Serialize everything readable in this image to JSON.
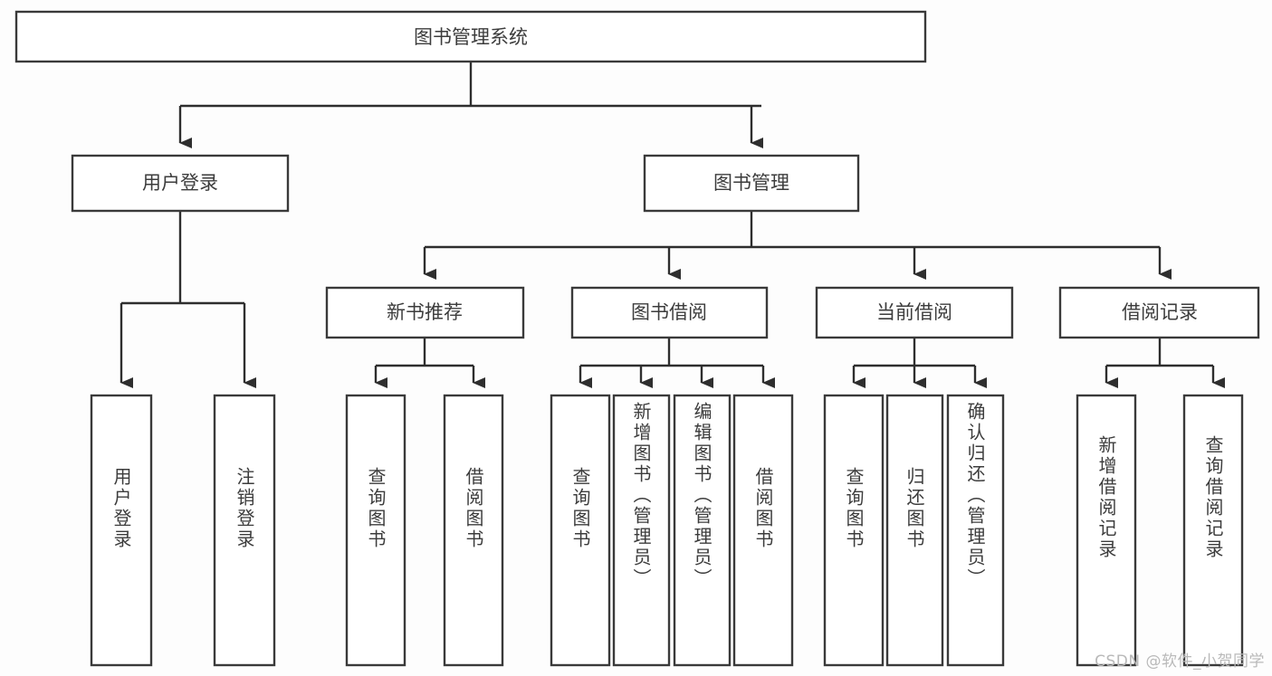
{
  "diagram": {
    "title": "图书管理系统",
    "type": "hierarchy-tree",
    "orientation": "top-down",
    "levels": 4,
    "root": {
      "label": "图书管理系统"
    },
    "level2": [
      {
        "id": "user-login",
        "label": "用户登录"
      },
      {
        "id": "book-manage",
        "label": "图书管理"
      }
    ],
    "level3": [
      {
        "id": "new-book-recommend",
        "label": "新书推荐",
        "parent": "book-manage"
      },
      {
        "id": "book-borrow",
        "label": "图书借阅",
        "parent": "book-manage"
      },
      {
        "id": "current-borrow",
        "label": "当前借阅",
        "parent": "book-manage"
      },
      {
        "id": "borrow-record",
        "label": "借阅记录",
        "parent": "book-manage"
      }
    ],
    "leaves": [
      {
        "id": "leaf-user-login",
        "label": "用户登录",
        "parent": "user-login"
      },
      {
        "id": "leaf-logout",
        "label": "注销登录",
        "parent": "user-login"
      },
      {
        "id": "leaf-query-book-1",
        "label": "查询图书",
        "parent": "new-book-recommend"
      },
      {
        "id": "leaf-borrow-book-1",
        "label": "借阅图书",
        "parent": "new-book-recommend"
      },
      {
        "id": "leaf-query-book-2",
        "label": "查询图书",
        "parent": "book-borrow"
      },
      {
        "id": "leaf-add-book",
        "label": "新增图书（管理员）",
        "parent": "book-borrow"
      },
      {
        "id": "leaf-edit-book",
        "label": "编辑图书（管理员）",
        "parent": "book-borrow"
      },
      {
        "id": "leaf-borrow-book-2",
        "label": "借阅图书",
        "parent": "book-borrow"
      },
      {
        "id": "leaf-query-book-3",
        "label": "查询图书",
        "parent": "current-borrow"
      },
      {
        "id": "leaf-return-book",
        "label": "归还图书",
        "parent": "current-borrow"
      },
      {
        "id": "leaf-confirm-return",
        "label": "确认归还（管理员）",
        "parent": "current-borrow"
      },
      {
        "id": "leaf-add-record",
        "label": "新增借阅记录",
        "parent": "borrow-record"
      },
      {
        "id": "leaf-query-record",
        "label": "查询借阅记录",
        "parent": "borrow-record"
      }
    ]
  },
  "watermark": {
    "text": "CSDN @软件_小贺同学"
  },
  "colors": {
    "box_stroke": "#3a3a3a",
    "connector": "#2e2e2e",
    "text": "#3c3c3c",
    "background": "#fdfdfd",
    "watermark": "#b9b9b9"
  }
}
